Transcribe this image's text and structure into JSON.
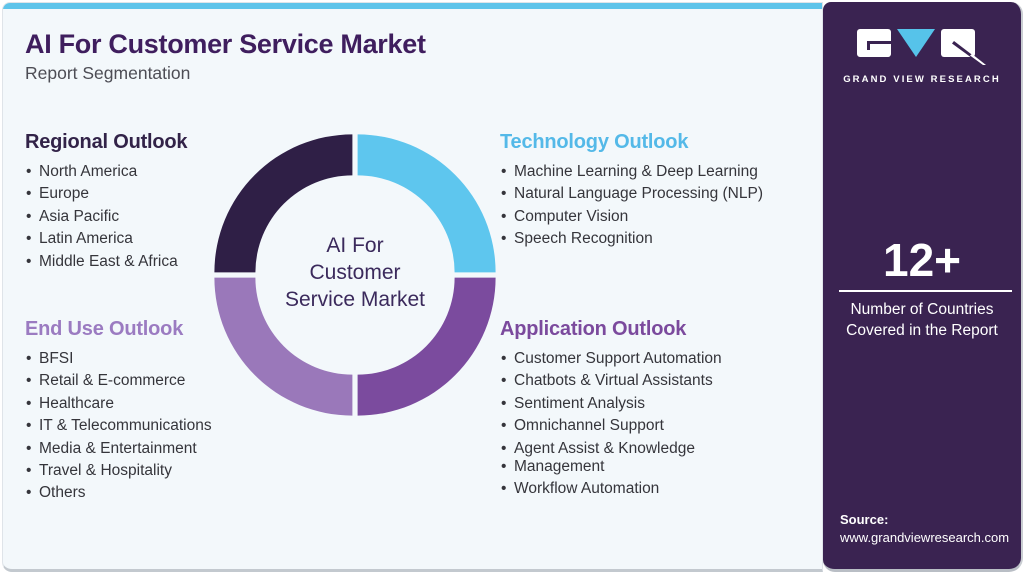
{
  "header": {
    "title": "AI For Customer Service Market",
    "subtitle": "Report Segmentation"
  },
  "donut": {
    "center_label_lines": [
      "AI For",
      "Customer",
      "Service Market"
    ],
    "segments": [
      {
        "name": "regional",
        "color": "#2f1f46"
      },
      {
        "name": "technology",
        "color": "#5ec6ee"
      },
      {
        "name": "application",
        "color": "#7b4b9e"
      },
      {
        "name": "end_use",
        "color": "#9a78ba"
      }
    ]
  },
  "sections": [
    {
      "id": "regional",
      "title": "Regional Outlook",
      "color": "#322348",
      "items": [
        "North America",
        "Europe",
        "Asia Pacific",
        "Latin America",
        "Middle East & Africa"
      ]
    },
    {
      "id": "technology",
      "title": "Technology Outlook",
      "color": "#54b9e8",
      "items": [
        "Machine Learning & Deep Learning",
        "Natural Language Processing (NLP)",
        "Computer Vision",
        "Speech Recognition"
      ]
    },
    {
      "id": "enduse",
      "title": "End Use Outlook",
      "color": "#9b7bc1",
      "items": [
        "BFSI",
        "Retail & E-commerce",
        "Healthcare",
        "IT & Telecommunications",
        "Media & Entertainment",
        "Travel & Hospitality",
        "Others"
      ]
    },
    {
      "id": "application",
      "title": "Application Outlook",
      "color": "#7b4a9d",
      "items": [
        "Customer Support Automation",
        "Chatbots & Virtual Assistants",
        "Sentiment Analysis",
        "Omnichannel Support",
        "Agent Assist & Knowledge",
        "Management",
        "Workflow Automation"
      ]
    }
  ],
  "sidebar": {
    "brand": "GRAND VIEW RESEARCH",
    "stat": {
      "value": "12+",
      "caption_lines": [
        "Number of Countries",
        "Covered in the Report"
      ]
    },
    "source": {
      "label": "Source:",
      "url": "www.grandviewresearch.com"
    }
  },
  "colors": {
    "accent_bar": "#5ec4ea",
    "sidebar_bg": "#3a2351",
    "title": "#3f1e5e",
    "card_bg": "#f3f8fb",
    "body_text": "#35353b"
  }
}
